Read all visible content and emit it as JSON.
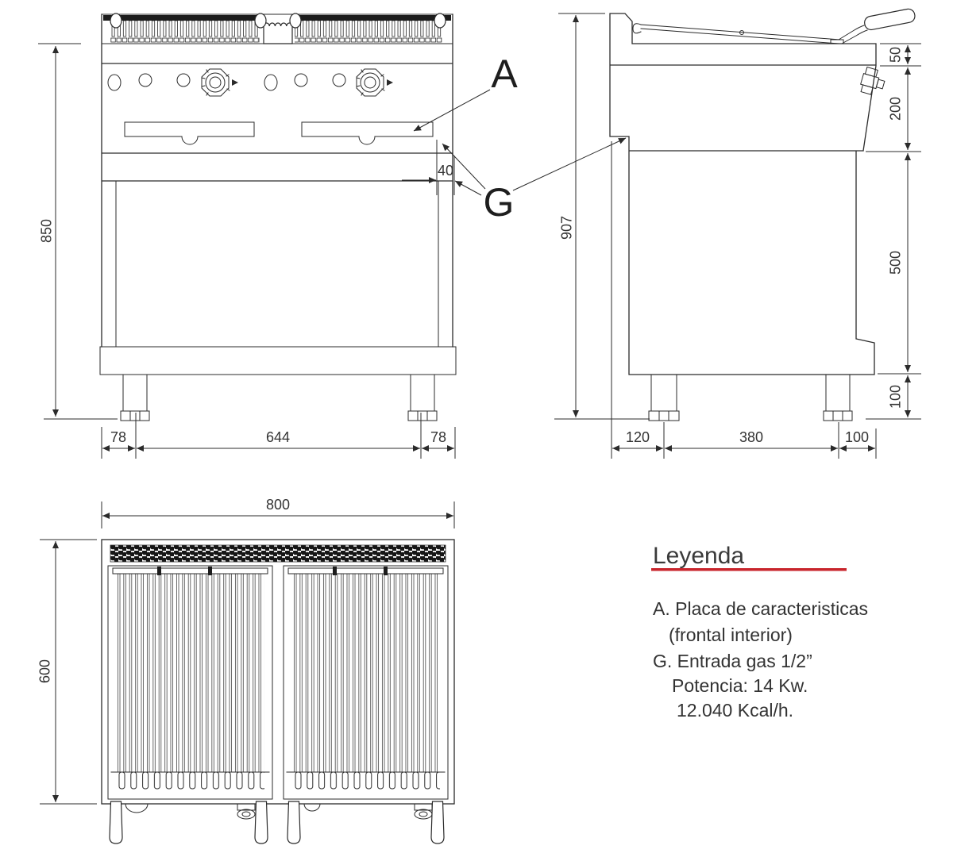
{
  "drawing": {
    "callouts": {
      "a": "A",
      "g": "G"
    },
    "front_view": {
      "dim_height": "850",
      "dim_bottom_left": "78",
      "dim_bottom_center": "644",
      "dim_bottom_right": "78",
      "dim_offset": "40"
    },
    "side_view": {
      "dim_height": "907",
      "dim_top": "50",
      "dim_upper": "200",
      "dim_body": "500",
      "dim_leg": "100",
      "dim_bottom_back": "120",
      "dim_bottom_center": "380",
      "dim_bottom_front": "100"
    },
    "top_view": {
      "dim_width": "800",
      "dim_depth": "600"
    }
  },
  "legend": {
    "title": "Leyenda",
    "items": [
      "A. Placa de caracteristicas",
      "(frontal interior)",
      "G. Entrada gas 1/2”",
      "Potencia: 14 Kw.",
      "12.040 Kcal/h."
    ]
  },
  "colors": {
    "line": "#2b2b2b",
    "text": "#333333",
    "accent_red": "#c8252c",
    "background": "#ffffff"
  }
}
